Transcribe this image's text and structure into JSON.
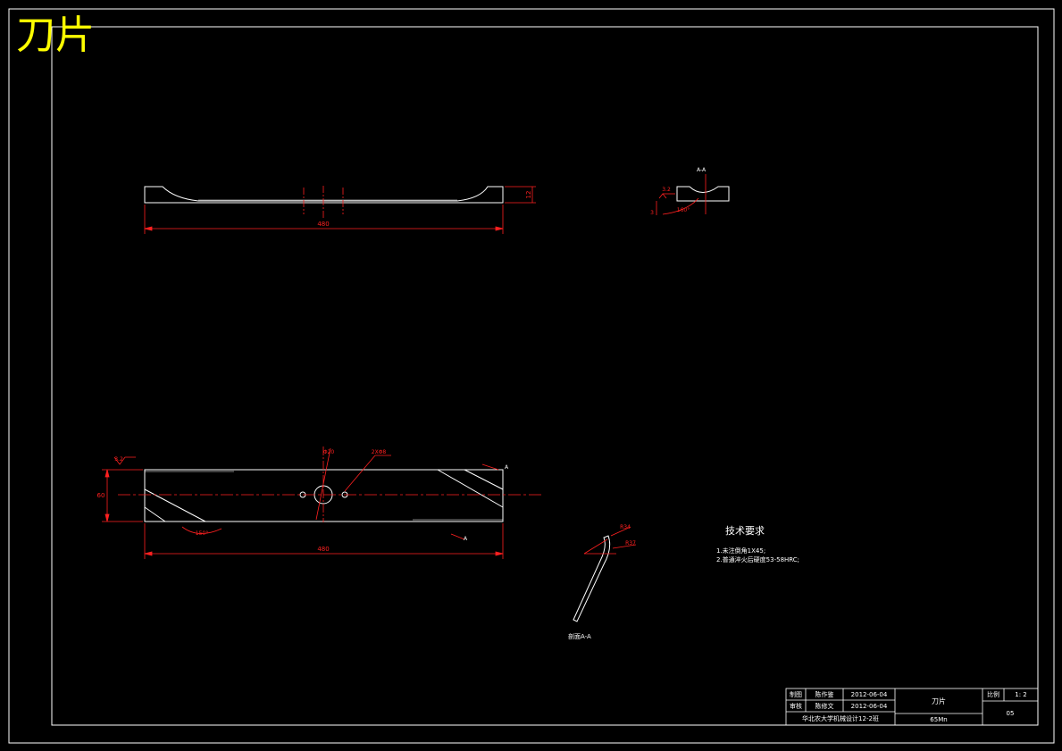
{
  "drawing": {
    "title": "刀片",
    "section_label": "A-A",
    "section_view_label": "剖面A-A",
    "tech_requirements": {
      "heading": "技术要求",
      "items": [
        "1.未注倒角1X45;",
        "2.普通淬火后硬度53-58HRC;"
      ]
    },
    "dimensions": {
      "top_length": "480",
      "top_height": "12",
      "bottom_length": "480",
      "bottom_height": "60",
      "angle_left": "150°",
      "angle_section": "160°",
      "hole_dia": "Φ20",
      "hole_small": "2XΦ8",
      "roughness_a": "3.2",
      "roughness_b": "3.2",
      "section_depth": "3",
      "radius_a": "R34",
      "radius_b": "R37",
      "cut_mark": "A"
    },
    "title_block": {
      "design_label": "制图",
      "designer": "陈作鉴",
      "design_date": "2012-06-04",
      "review_label": "审核",
      "reviewer": "陈修文",
      "review_date": "2012-06-04",
      "part_name": "刀片",
      "school": "华北农大学机械设计12-2班",
      "material": "65Mn",
      "scale_label": "比例",
      "scale": "1: 2",
      "sheet_no": "05"
    }
  }
}
